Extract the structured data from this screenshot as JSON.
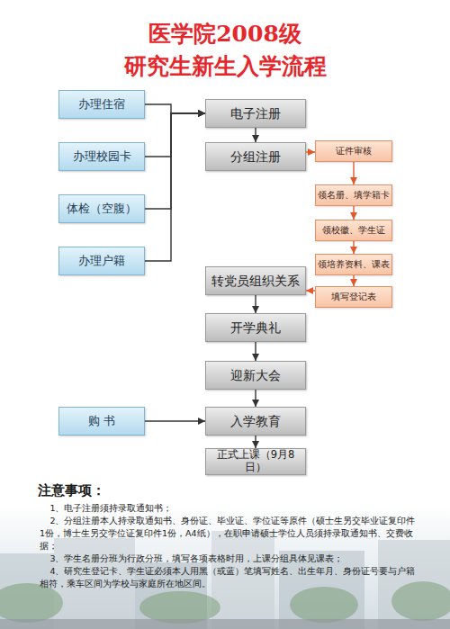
{
  "diagram": {
    "title": "医学院2008级 研究生新生入学流程",
    "nodes": [
      {
        "text": [
          "办理住宿"
        ]
      },
      {
        "text": [
          "办理校园卡"
        ]
      },
      {
        "text": [
          "体检（空腹）"
        ]
      },
      {
        "text": [
          "办理户籍"
        ]
      },
      {
        "text": [
          "电子注册"
        ]
      },
      {
        "text": [
          "分组注册"
        ]
      },
      {
        "text": [
          "证件审核"
        ]
      },
      {
        "text": [
          "领名册、填学籍卡"
        ]
      },
      {
        "text": [
          "领校徽、学生证"
        ]
      },
      {
        "text": [
          "领培养资料、课表"
        ]
      },
      {
        "text": [
          "填写登记表"
        ]
      },
      {
        "text": [
          "转党员组织关系"
        ]
      },
      {
        "text": [
          "开学典礼"
        ]
      },
      {
        "text": [
          "迎新大会"
        ]
      },
      {
        "text": [
          "购 书"
        ]
      },
      {
        "text": [
          "入学教育"
        ]
      },
      {
        "text": [
          "正式上课（9月8日）"
        ]
      }
    ],
    "edges": [
      {
        "from": 0,
        "to": 4,
        "arrow": "to"
      },
      {
        "from": 1,
        "to": 4,
        "arrow": "to"
      },
      {
        "from": 2,
        "to": 4,
        "arrow": "to"
      },
      {
        "from": 3,
        "to": 4,
        "arrow": "to"
      },
      {
        "from": 4,
        "to": 5,
        "arrow": "to"
      },
      {
        "from": 5,
        "to": 6,
        "arrow": "to"
      },
      {
        "from": 6,
        "to": 7,
        "arrow": "to"
      },
      {
        "from": 7,
        "to": 8,
        "arrow": "to"
      },
      {
        "from": 8,
        "to": 9,
        "arrow": "to"
      },
      {
        "from": 9,
        "to": 10,
        "arrow": "to"
      },
      {
        "from": 10,
        "to": 11,
        "arrow": "to"
      },
      {
        "from": 11,
        "to": 12,
        "arrow": "to"
      },
      {
        "from": 12,
        "to": 13,
        "arrow": "to"
      },
      {
        "from": 13,
        "to": 15,
        "arrow": "to"
      },
      {
        "from": 14,
        "to": 15,
        "arrow": "to"
      },
      {
        "from": 15,
        "to": 16,
        "arrow": "to"
      }
    ],
    "labels": [
      "注意事项：",
      "1、电子注册须持录取通知书；",
      "2、分组注册本人持录取通知书、身份证、毕业证、学位证等原件（硕士生另交毕业证复印件1份，博士生另交学位证复印件1份，A4纸），在职申请硕士学位人员须持录取通知书、交费收据；",
      "3、学生名册分班为行政分班，填写各项表格时用，上课分组具体见课表；",
      "4、研究生登记卡、学生证必须本人用黑（或蓝）笔填写姓名、出生年月、身份证号要与户籍相符，乘车区间为学校与家庭所在地区间。"
    ]
  }
}
